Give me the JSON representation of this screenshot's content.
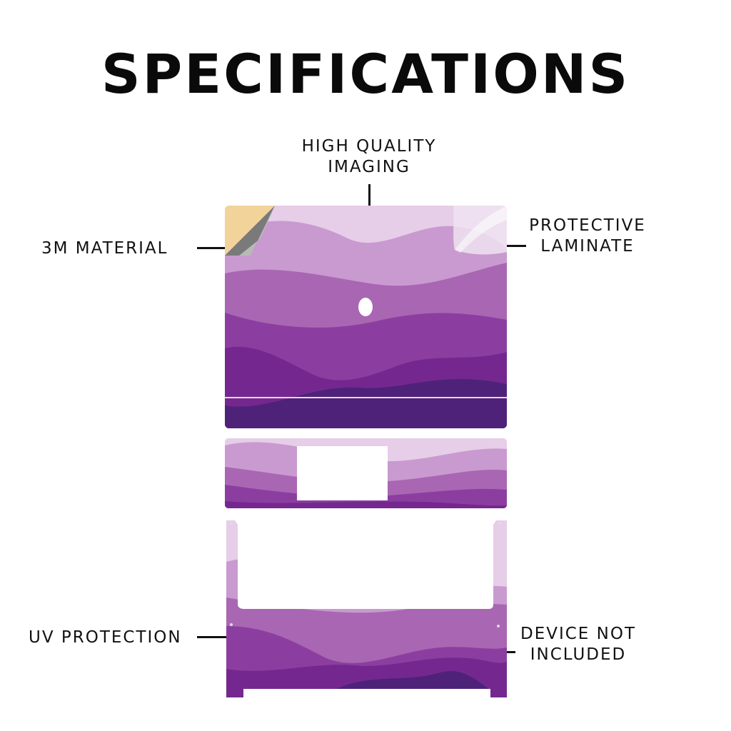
{
  "title": "SPECIFICATIONS",
  "callouts": {
    "imaging": {
      "line1": "HIGH QUALITY",
      "line2": "IMAGING"
    },
    "laminate": {
      "line1": "PROTECTIVE",
      "line2": "LAMINATE"
    },
    "material": {
      "line1": "3M MATERIAL"
    },
    "uv": {
      "line1": "UV PROTECTION"
    },
    "device": {
      "line1": "DEVICE NOT",
      "line2": "INCLUDED"
    }
  },
  "colors": {
    "wave_lightest": "#e6cde8",
    "wave_light": "#c99ad0",
    "wave_mid": "#a966b3",
    "wave_deep": "#8c3ea0",
    "wave_darker": "#74288f",
    "wave_darkest": "#4f2279",
    "corner_backing": "#f2d39a"
  }
}
